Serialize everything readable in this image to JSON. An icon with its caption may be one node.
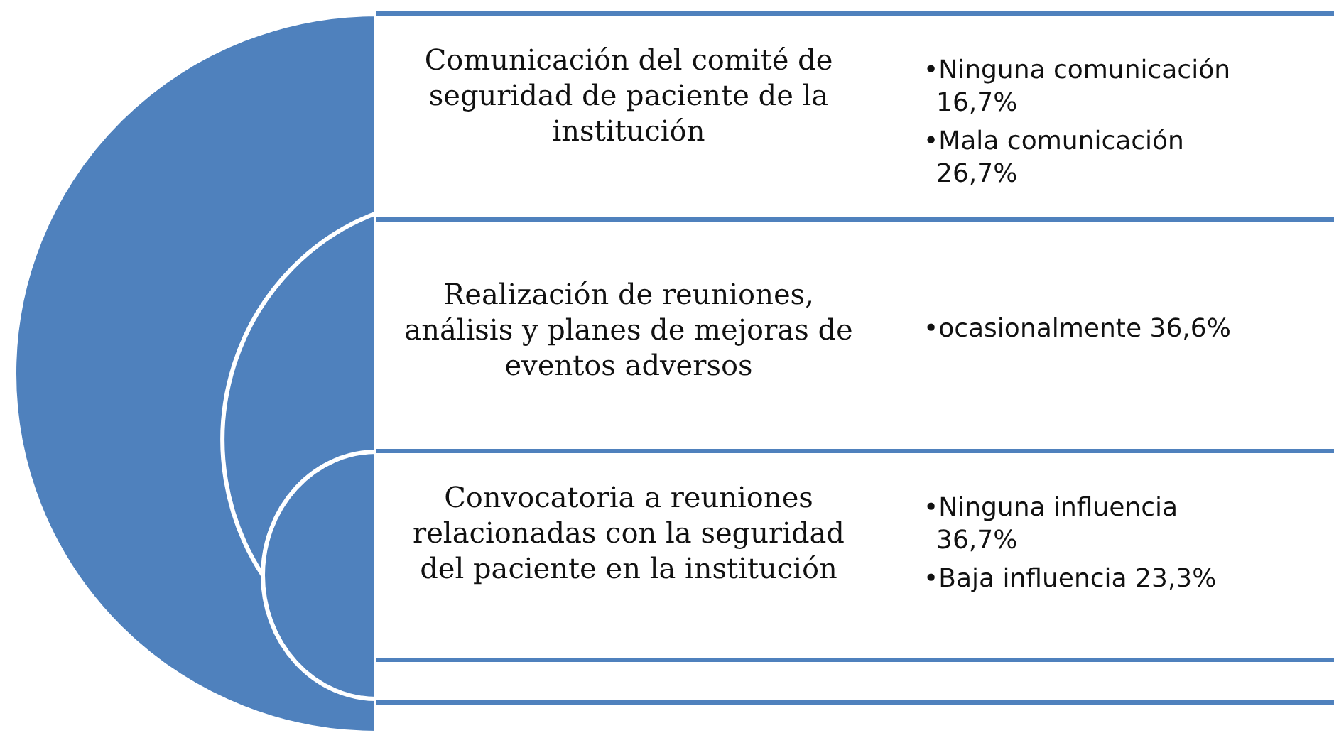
{
  "diagram": {
    "nodes": [
      {
        "text": [
          "Comunicación del comité de seguridad de paciente de la institución",
          "•Ninguna comunicación 16,7%",
          "•Mala comunicación 26,7%"
        ]
      },
      {
        "text": [
          "Realización de reuniones, análisis y planes de mejoras de eventos adversos",
          "•ocasionalmente 36,6%"
        ]
      },
      {
        "text": [
          "Convocatoria a reuniones relacionadas con la seguridad del paciente en la institución",
          "•Ninguna influencia 36,7%",
          "•Baja influencia 23,3%"
        ]
      }
    ]
  }
}
